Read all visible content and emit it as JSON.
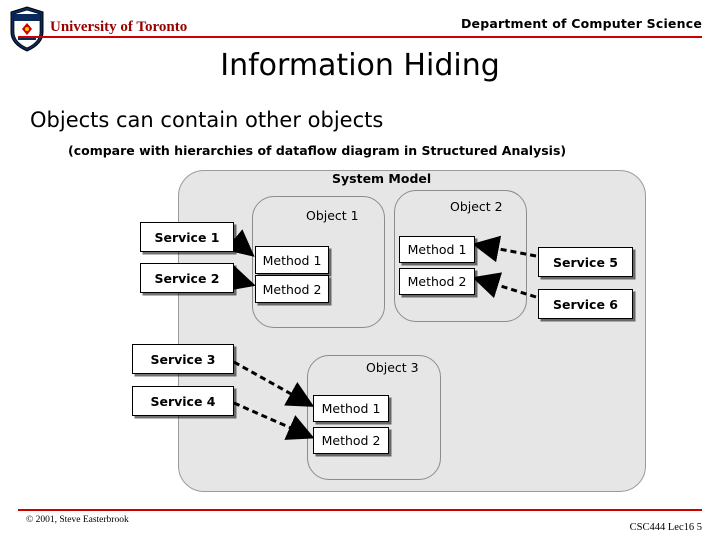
{
  "header": {
    "institution": "University of Toronto",
    "department": "Department of Computer Science",
    "crest_icon": "uoft-crest-icon"
  },
  "slide": {
    "title": "Information Hiding",
    "subtitle": "Objects can contain other objects",
    "note": "(compare with hierarchies of dataflow diagram in Structured Analysis)"
  },
  "diagram": {
    "system_model_label": "System Model",
    "objects": [
      {
        "label": "Object 1",
        "methods": [
          "Method 1",
          "Method 2"
        ]
      },
      {
        "label": "Object 2",
        "methods": [
          "Method 1",
          "Method 2"
        ]
      },
      {
        "label": "Object 3",
        "methods": [
          "Method 1",
          "Method 2"
        ]
      }
    ],
    "services": [
      "Service 1",
      "Service 2",
      "Service 3",
      "Service 4",
      "Service 5",
      "Service 6"
    ]
  },
  "footer": {
    "copyright": "© 2001, Steve Easterbrook",
    "lecture_ref": "CSC444 Lec16 5"
  },
  "colors": {
    "rule": "#cc0000",
    "institution_text": "#990000",
    "panel_fill": "#e6e6e6"
  }
}
